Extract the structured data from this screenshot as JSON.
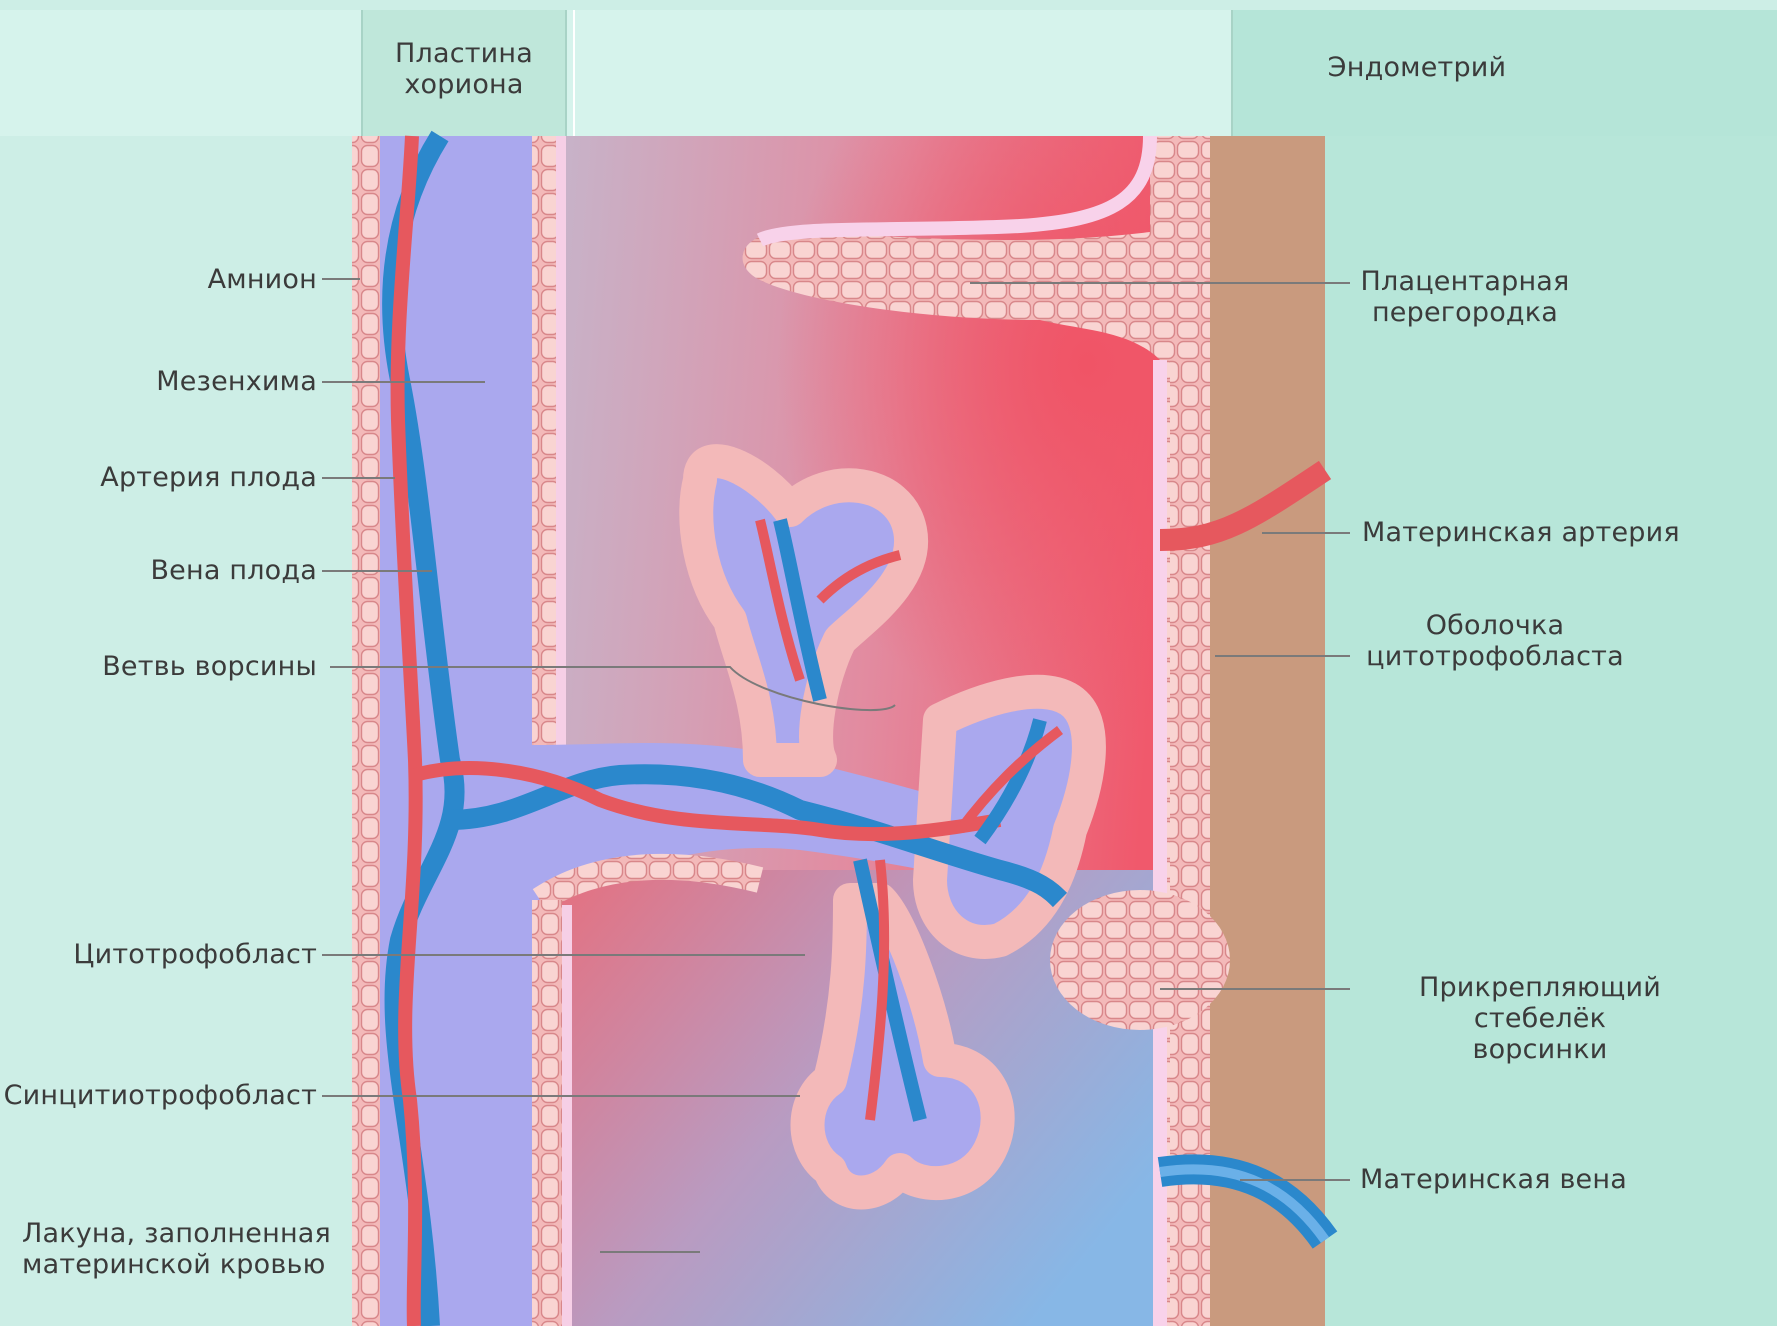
{
  "header": {
    "chorionic_plate": "Пластина\nхориона",
    "endometrium": "Эндометрий"
  },
  "labels_left": {
    "amnion": "Амнион",
    "mesenchyme": "Мезенхима",
    "fetal_artery": "Артерия плода",
    "fetal_vein": "Вена плода",
    "villus_branch": "Ветвь ворсины",
    "cytotrophoblast": "Цитотрофобласт",
    "syncytiotrophoblast": "Синцитиотрофобласт",
    "lacuna": "Лакуна, заполненная\nматеринской кровью"
  },
  "labels_right": {
    "placental_septum": "Плацентарная\nперегородка",
    "maternal_artery": "Материнская артерия",
    "cytotrophoblast_shell": "Оболочка\nцитотрофобласта",
    "anchoring_villus": "Прикрепляющий стебелёк\nворсинки",
    "maternal_vein": "Материнская вена"
  },
  "colors": {
    "background": "#cdeee6",
    "header_band": "#d8f4ee",
    "mesenchyme": "#aaa8ee",
    "cell_fill": "#f6c4c4",
    "cell_outline": "#d98a8a",
    "syncytium": "#f8d2ea",
    "fetal_artery": "#e6585e",
    "fetal_vein": "#2b88cc",
    "endometrium": "#c99a7d",
    "maternal_blood_red": "#ee5a6c",
    "maternal_blood_blue": "#8ab8e6"
  }
}
